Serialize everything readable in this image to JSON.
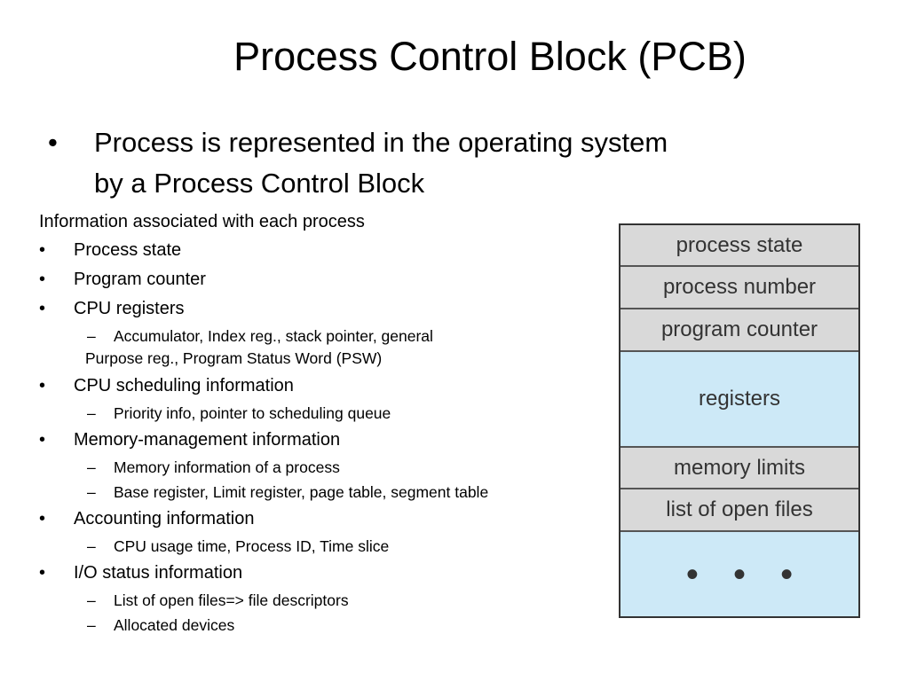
{
  "title": "Process Control Block (PCB)",
  "lead": {
    "bullet": "•",
    "line1": "Process is represented in the operating system",
    "line2": "by a Process Control Block"
  },
  "info": {
    "heading": "Information associated with each process",
    "bullet": "•",
    "dash": "–",
    "items": {
      "process_state": "Process state",
      "program_counter": "Program counter",
      "cpu_registers": "CPU registers",
      "cpu_registers_sub1": "Accumulator, Index reg., stack pointer, general",
      "cpu_registers_sub1_cont": "Purpose reg., Program Status Word (PSW)",
      "cpu_scheduling": "CPU scheduling information",
      "cpu_scheduling_sub1": "Priority info, pointer to scheduling queue",
      "memory_mgmt": "Memory-management information",
      "memory_mgmt_sub1": "Memory information of a process",
      "memory_mgmt_sub2": "Base register, Limit register, page table, segment table",
      "accounting": "Accounting information",
      "accounting_sub1": "CPU usage time, Process ID, Time slice",
      "io_status": "I/O status information",
      "io_status_sub1": "List of open files=> file descriptors",
      "io_status_sub2": "Allocated devices"
    }
  },
  "pcb": {
    "gray_color": "#d9d9d9",
    "blue_color": "#cde9f7",
    "cells": {
      "process_state": "process state",
      "process_number": "process number",
      "program_counter": "program counter",
      "registers": "registers",
      "memory_limits": "memory limits",
      "open_files": "list of open files",
      "more": "• • •"
    }
  }
}
